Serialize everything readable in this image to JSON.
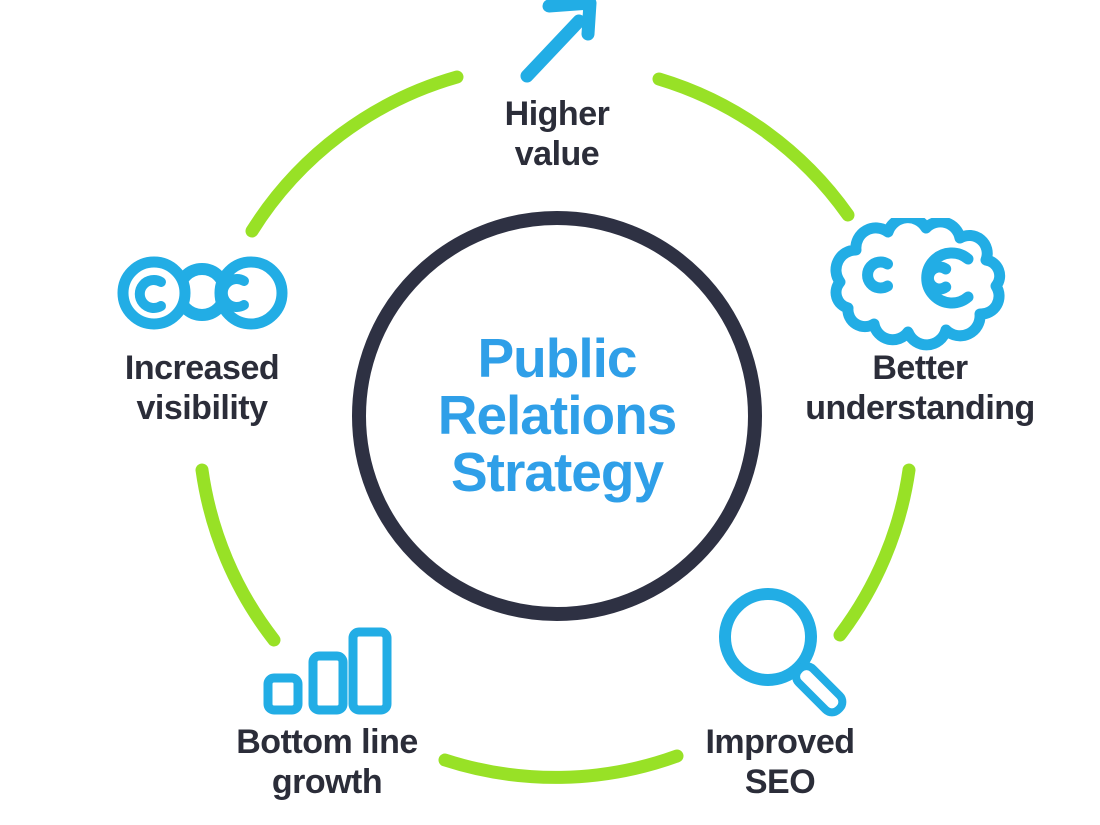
{
  "title": {
    "line1": "Public",
    "line2": "Relations",
    "line3": "Strategy"
  },
  "nodes": {
    "higher_value": {
      "line1": "Higher",
      "line2": "value",
      "icon": "arrow-up-right-icon"
    },
    "better_understanding": {
      "line1": "Better",
      "line2": "understanding",
      "icon": "brain-icon"
    },
    "improved_seo": {
      "line1": "Improved",
      "line2": "SEO",
      "icon": "magnifying-glass-icon"
    },
    "bottom_line_growth": {
      "line1": "Bottom line",
      "line2": "growth",
      "icon": "bar-chart-icon"
    },
    "increased_visibility": {
      "line1": "Increased",
      "line2": "visibility",
      "icon": "binoculars-icon"
    }
  },
  "colors": {
    "icon_blue": "#22ade5",
    "title_blue": "#2f9fe8",
    "ring_green": "#98e126",
    "circle_navy": "#2e3143",
    "label_text": "#2b2d39",
    "background": "#ffffff"
  }
}
